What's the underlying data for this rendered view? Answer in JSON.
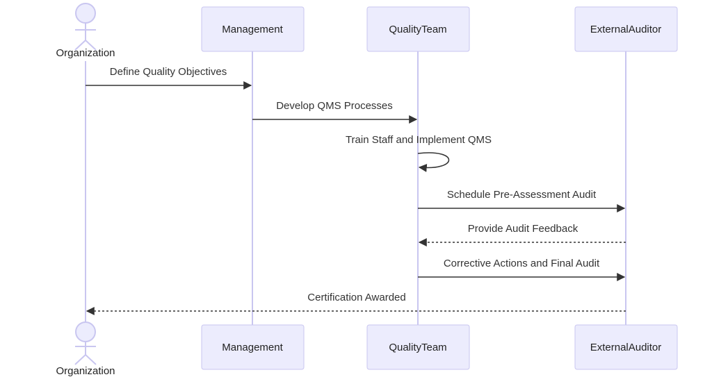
{
  "diagram": {
    "type": "sequence",
    "participants": [
      {
        "id": "org",
        "label": "Organization",
        "kind": "actor"
      },
      {
        "id": "mgmt",
        "label": "Management",
        "kind": "box"
      },
      {
        "id": "qt",
        "label": "QualityTeam",
        "kind": "box"
      },
      {
        "id": "ea",
        "label": "ExternalAuditor",
        "kind": "box"
      }
    ],
    "messages": [
      {
        "from": "org",
        "to": "mgmt",
        "label": "Define Quality Objectives",
        "style": "solid"
      },
      {
        "from": "mgmt",
        "to": "qt",
        "label": "Develop QMS Processes",
        "style": "solid"
      },
      {
        "from": "qt",
        "to": "qt",
        "label": "Train Staff and Implement QMS",
        "style": "solid"
      },
      {
        "from": "qt",
        "to": "ea",
        "label": "Schedule Pre-Assessment Audit",
        "style": "solid"
      },
      {
        "from": "ea",
        "to": "qt",
        "label": "Provide Audit Feedback",
        "style": "dashed"
      },
      {
        "from": "qt",
        "to": "ea",
        "label": "Corrective Actions and Final Audit",
        "style": "solid"
      },
      {
        "from": "ea",
        "to": "org",
        "label": "Certification Awarded",
        "style": "dashed"
      }
    ],
    "colors": {
      "lifeline": "#c9c6f0",
      "box_fill": "#ececfd",
      "arrow": "#333333",
      "text": "#222222"
    }
  }
}
